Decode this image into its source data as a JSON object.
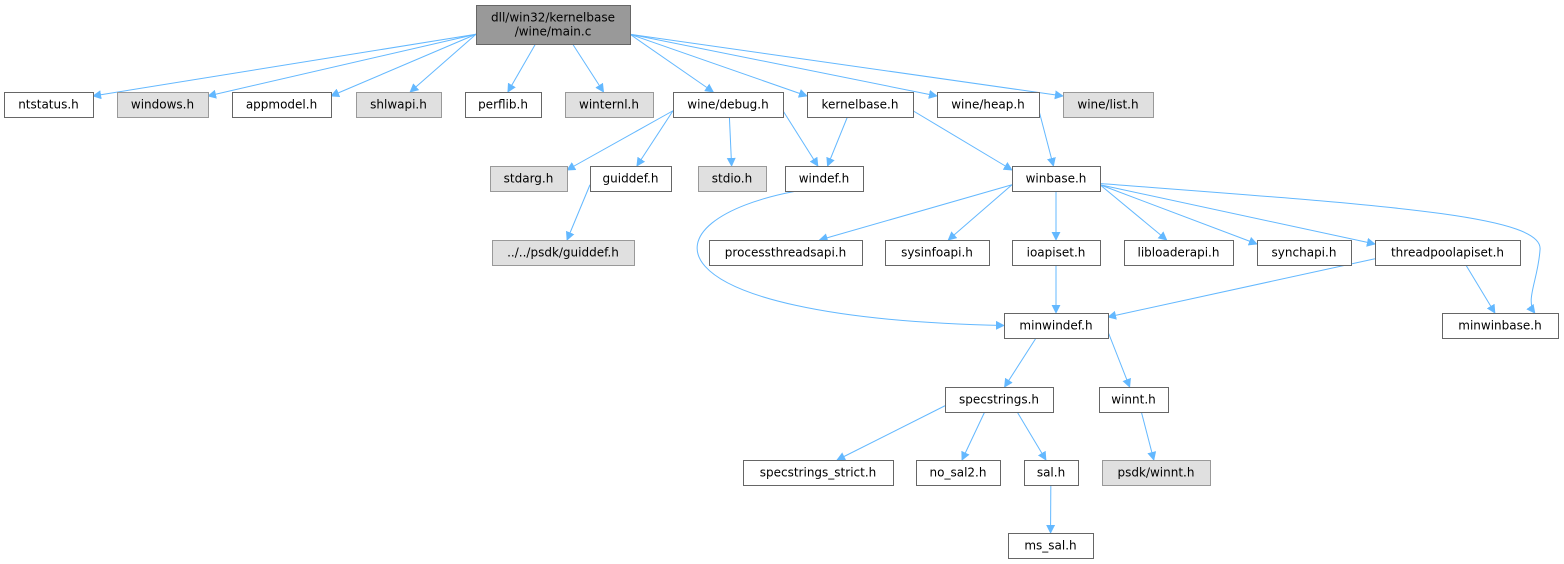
{
  "colors": {
    "edge": "#63b8ff",
    "root_fill": "#999999",
    "root_border": "#666666",
    "ext_fill": "#e0e0e0",
    "ext_border": "#999999",
    "node_fill": "#ffffff",
    "node_border": "#666666"
  },
  "nodes": [
    {
      "id": "main",
      "lines": [
        "dll/win32/kernelbase",
        "/wine/main.c"
      ],
      "kind": "root"
    },
    {
      "id": "ntstatus",
      "lines": [
        "ntstatus.h"
      ],
      "kind": "node"
    },
    {
      "id": "windows",
      "lines": [
        "windows.h"
      ],
      "kind": "ext"
    },
    {
      "id": "appmodel",
      "lines": [
        "appmodel.h"
      ],
      "kind": "node"
    },
    {
      "id": "shlwapi",
      "lines": [
        "shlwapi.h"
      ],
      "kind": "ext"
    },
    {
      "id": "perflib",
      "lines": [
        "perflib.h"
      ],
      "kind": "node"
    },
    {
      "id": "winternl",
      "lines": [
        "winternl.h"
      ],
      "kind": "ext"
    },
    {
      "id": "winedebug",
      "lines": [
        "wine/debug.h"
      ],
      "kind": "node"
    },
    {
      "id": "kernelbase",
      "lines": [
        "kernelbase.h"
      ],
      "kind": "node"
    },
    {
      "id": "wineheap",
      "lines": [
        "wine/heap.h"
      ],
      "kind": "node"
    },
    {
      "id": "winelist",
      "lines": [
        "wine/list.h"
      ],
      "kind": "ext"
    },
    {
      "id": "stdarg",
      "lines": [
        "stdarg.h"
      ],
      "kind": "ext"
    },
    {
      "id": "guiddef",
      "lines": [
        "guiddef.h"
      ],
      "kind": "node"
    },
    {
      "id": "stdio",
      "lines": [
        "stdio.h"
      ],
      "kind": "ext"
    },
    {
      "id": "windef",
      "lines": [
        "windef.h"
      ],
      "kind": "node"
    },
    {
      "id": "winbase",
      "lines": [
        "winbase.h"
      ],
      "kind": "node"
    },
    {
      "id": "psdkguiddef",
      "lines": [
        "../../psdk/guiddef.h"
      ],
      "kind": "ext"
    },
    {
      "id": "processthreadsapi",
      "lines": [
        "processthreadsapi.h"
      ],
      "kind": "node"
    },
    {
      "id": "sysinfoapi",
      "lines": [
        "sysinfoapi.h"
      ],
      "kind": "node"
    },
    {
      "id": "ioapiset",
      "lines": [
        "ioapiset.h"
      ],
      "kind": "node"
    },
    {
      "id": "libloaderapi",
      "lines": [
        "libloaderapi.h"
      ],
      "kind": "node"
    },
    {
      "id": "synchapi",
      "lines": [
        "synchapi.h"
      ],
      "kind": "node"
    },
    {
      "id": "threadpoolapiset",
      "lines": [
        "threadpoolapiset.h"
      ],
      "kind": "node"
    },
    {
      "id": "minwindef",
      "lines": [
        "minwindef.h"
      ],
      "kind": "node"
    },
    {
      "id": "minwinbase",
      "lines": [
        "minwinbase.h"
      ],
      "kind": "node"
    },
    {
      "id": "specstrings",
      "lines": [
        "specstrings.h"
      ],
      "kind": "node"
    },
    {
      "id": "winnt",
      "lines": [
        "winnt.h"
      ],
      "kind": "node"
    },
    {
      "id": "specstrings_strict",
      "lines": [
        "specstrings_strict.h"
      ],
      "kind": "node"
    },
    {
      "id": "no_sal2",
      "lines": [
        "no_sal2.h"
      ],
      "kind": "node"
    },
    {
      "id": "sal",
      "lines": [
        "sal.h"
      ],
      "kind": "node"
    },
    {
      "id": "psdkwinnt",
      "lines": [
        "psdk/winnt.h"
      ],
      "kind": "ext"
    },
    {
      "id": "ms_sal",
      "lines": [
        "ms_sal.h"
      ],
      "kind": "node"
    }
  ],
  "edges": [
    [
      "main",
      "ntstatus"
    ],
    [
      "main",
      "windows"
    ],
    [
      "main",
      "appmodel"
    ],
    [
      "main",
      "shlwapi"
    ],
    [
      "main",
      "perflib"
    ],
    [
      "main",
      "winternl"
    ],
    [
      "main",
      "winedebug"
    ],
    [
      "main",
      "kernelbase"
    ],
    [
      "main",
      "wineheap"
    ],
    [
      "main",
      "winelist"
    ],
    [
      "winedebug",
      "stdarg"
    ],
    [
      "winedebug",
      "guiddef"
    ],
    [
      "winedebug",
      "stdio"
    ],
    [
      "winedebug",
      "windef"
    ],
    [
      "kernelbase",
      "windef"
    ],
    [
      "kernelbase",
      "winbase"
    ],
    [
      "wineheap",
      "winbase"
    ],
    [
      "guiddef",
      "psdkguiddef"
    ],
    [
      "windef",
      "minwindef"
    ],
    [
      "winbase",
      "processthreadsapi"
    ],
    [
      "winbase",
      "sysinfoapi"
    ],
    [
      "winbase",
      "ioapiset"
    ],
    [
      "winbase",
      "libloaderapi"
    ],
    [
      "winbase",
      "synchapi"
    ],
    [
      "winbase",
      "threadpoolapiset"
    ],
    [
      "winbase",
      "minwinbase"
    ],
    [
      "ioapiset",
      "minwindef"
    ],
    [
      "threadpoolapiset",
      "minwindef"
    ],
    [
      "threadpoolapiset",
      "minwinbase"
    ],
    [
      "minwindef",
      "specstrings"
    ],
    [
      "minwindef",
      "winnt"
    ],
    [
      "specstrings",
      "specstrings_strict"
    ],
    [
      "specstrings",
      "no_sal2"
    ],
    [
      "specstrings",
      "sal"
    ],
    [
      "winnt",
      "psdkwinnt"
    ],
    [
      "sal",
      "ms_sal"
    ]
  ]
}
